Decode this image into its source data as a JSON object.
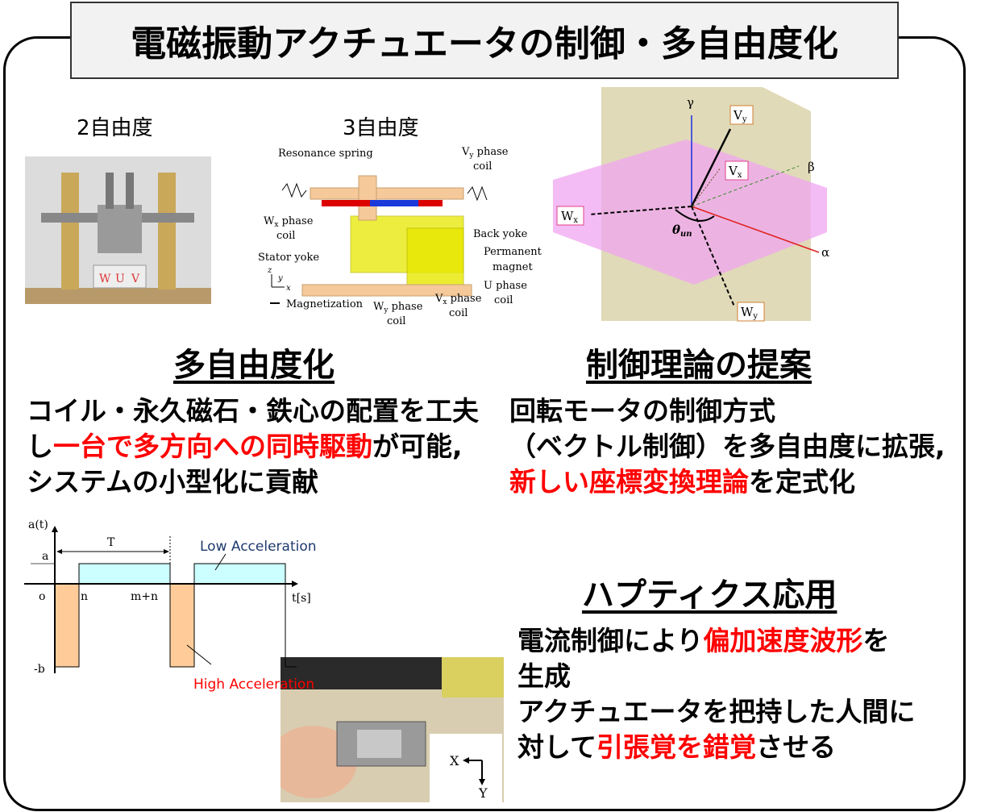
{
  "title": "電磁振動アクチュエータの制御・多自由度化",
  "figures": {
    "dof2_label": "2自由度",
    "dof2_photo_letters": [
      "W",
      "U",
      "V"
    ],
    "dof3_label": "3自由度",
    "dof3_diagram": {
      "resonance_spring": "Resonance spring",
      "vy_phase": "V",
      "vy_sub": "y",
      "phase": "phase",
      "coil": "coil",
      "wx_phase": "W",
      "wx_sub": "x",
      "back_yoke": "Back yoke",
      "permanent": "Permanent",
      "magnet": "magnet",
      "stator_yoke": "Stator yoke",
      "u_phase": "U phase",
      "vx_phase": "V",
      "vx_sub": "x",
      "wy_phase": "W",
      "wy_sub": "y",
      "magnetization": "Magnetization",
      "axis_x": "x",
      "axis_y": "y",
      "axis_z": "z"
    },
    "vector_diagram": {
      "gamma": "γ",
      "beta": "β",
      "alpha": "α",
      "vy": "V",
      "vy_sub": "y",
      "vx": "V",
      "vx_sub": "x",
      "wx": "W",
      "wx_sub": "x",
      "wy": "W",
      "wy_sub": "y",
      "theta": "θ",
      "theta_sub": "un"
    }
  },
  "left_section": {
    "heading": "多自由度化",
    "lines": [
      [
        {
          "text": "コイル・永久磁石・鉄心の配置を工夫",
          "red": false
        }
      ],
      [
        {
          "text": "し",
          "red": false
        },
        {
          "text": "一台で多方向への同時駆動",
          "red": true
        },
        {
          "text": "が可能,",
          "red": false
        }
      ],
      [
        {
          "text": "システムの小型化に貢献",
          "red": false
        }
      ]
    ]
  },
  "right_section": {
    "heading": "制御理論の提案",
    "lines": [
      [
        {
          "text": "回転モータの制御方式",
          "red": false
        }
      ],
      [
        {
          "text": "（ベクトル制御）を多自由度に拡張,",
          "red": false
        }
      ],
      [
        {
          "text": "新しい座標変換理論",
          "red": true
        },
        {
          "text": "を定式化",
          "red": false
        }
      ]
    ]
  },
  "waveform": {
    "y_label": "a(t)",
    "x_label": "t[s]",
    "a_label": "a",
    "zero_label": "o",
    "neg_label": "-b",
    "period_label": "T",
    "n_label": "n",
    "mn_label": "m+n",
    "low_label": "Low Acceleration",
    "high_label": "High Acceleration"
  },
  "haptics_section": {
    "heading": "ハプティクス応用",
    "lines": [
      [
        {
          "text": "電流制御により",
          "red": false
        },
        {
          "text": "偏加速度波形",
          "red": true
        },
        {
          "text": "を",
          "red": false
        }
      ],
      [
        {
          "text": "生成",
          "red": false
        }
      ],
      [
        {
          "text": "アクチュエータを把持した人間に",
          "red": false
        }
      ],
      [
        {
          "text": "対して",
          "red": false
        },
        {
          "text": "引張覚を錯覚",
          "red": true
        },
        {
          "text": "させる",
          "red": false
        }
      ]
    ],
    "photo_axis_x": "X",
    "photo_axis_y": "Y"
  },
  "colors": {
    "accent_red": "#ff0000",
    "low_fill": "#ccffff",
    "high_fill": "#ffcc99",
    "low_label": "#1f3a6e"
  }
}
